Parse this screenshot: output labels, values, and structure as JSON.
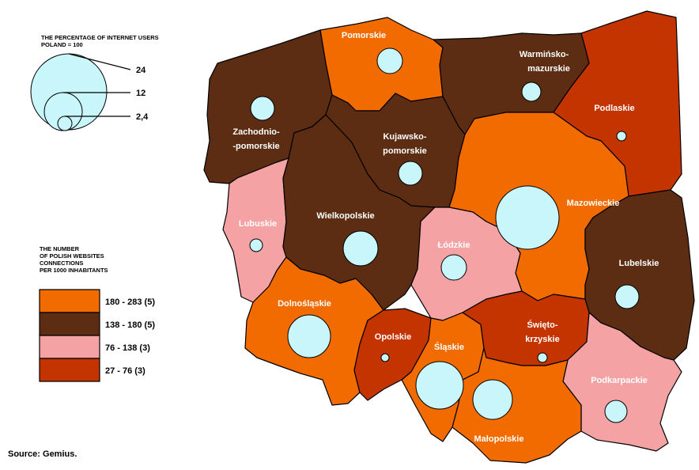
{
  "colors": {
    "class_180_283": "#f26b00",
    "class_138_180": "#5c2d12",
    "class_76_138": "#f5a2a4",
    "class_27_76": "#c43400",
    "bubble": "#c8f6fa"
  },
  "bubble_legend": {
    "title_line1": "THE PERCENTAGE OF INTERNET USERS",
    "title_line2": "POLAND = 100",
    "labels": [
      "24",
      "12",
      "2,4"
    ]
  },
  "class_legend": {
    "title_lines": [
      "THE NUMBER",
      "OF POLISH WEBSITES",
      "CONNECTIONS",
      "PER 1000 INHABITANTS"
    ],
    "classes": [
      {
        "label": "180 - 283 (5)",
        "color": "#f26b00"
      },
      {
        "label": "138 - 180 (5)",
        "color": "#5c2d12"
      },
      {
        "label": "76 - 138 (3)",
        "color": "#f5a2a4"
      },
      {
        "label": "27 - 76 (3)",
        "color": "#c43400"
      }
    ]
  },
  "regions": {
    "pomorskie": {
      "label": "Pomorskie",
      "color": "#f26b00"
    },
    "warminsko": {
      "label": [
        "Warmińsko-",
        "mazurskie"
      ],
      "color": "#5c2d12"
    },
    "podlaskie": {
      "label": "Podlaskie",
      "color": "#c43400"
    },
    "zachodnio": {
      "label": [
        "Zachodnio-",
        "-pomorskie"
      ],
      "color": "#5c2d12"
    },
    "kujawsko": {
      "label": [
        "Kujawsko-",
        "pomorskie"
      ],
      "color": "#5c2d12"
    },
    "mazowieckie": {
      "label": "Mazowieckie",
      "color": "#f26b00"
    },
    "lubuskie": {
      "label": "Lubuskie",
      "color": "#f5a2a4"
    },
    "wielkopolskie": {
      "label": "Wielkopolskie",
      "color": "#5c2d12"
    },
    "lodzkie": {
      "label": "Łódzkie",
      "color": "#f5a2a4"
    },
    "lubelskie": {
      "label": "Lubelskie",
      "color": "#5c2d12"
    },
    "dolnoslaskie": {
      "label": "Dolnośląskie",
      "color": "#f26b00"
    },
    "opolskie": {
      "label": "Opolskie",
      "color": "#c43400"
    },
    "slaskie": {
      "label": "Śląskie",
      "color": "#f26b00"
    },
    "swietokrzyskie": {
      "label": [
        "Święto-",
        "krzyskie"
      ],
      "color": "#c43400"
    },
    "podkarpackie": {
      "label": "Podkarpackie",
      "color": "#f5a2a4"
    },
    "malopolskie": {
      "label": "Małopolskie",
      "color": "#f26b00"
    }
  },
  "source": "Source: Gemius."
}
